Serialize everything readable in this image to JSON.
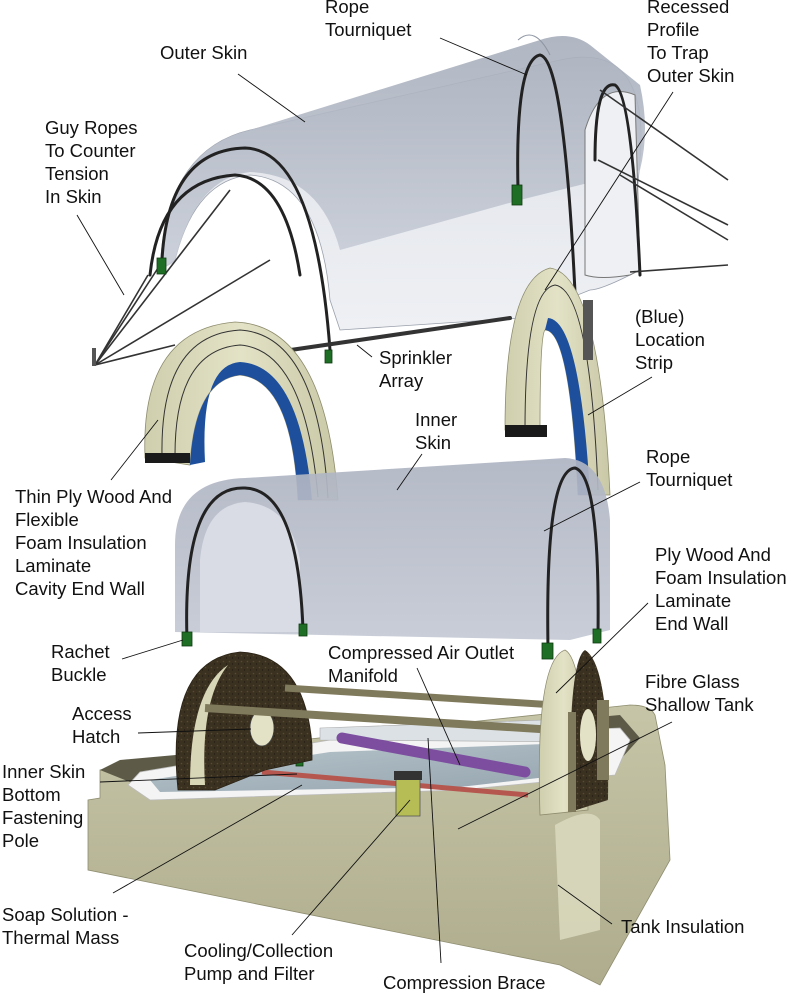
{
  "diagram": {
    "labels": {
      "rope_tourniquet_top": [
        "Rope",
        "Tourniquet"
      ],
      "outer_skin": [
        "Outer Skin"
      ],
      "recessed_profile": [
        "Recessed",
        "Profile",
        "To Trap",
        "Outer Skin"
      ],
      "guy_ropes": [
        "Guy Ropes",
        "To Counter",
        "Tension",
        "In Skin"
      ],
      "sprinkler_array": [
        "Sprinkler",
        "Array"
      ],
      "location_strip": [
        "(Blue)",
        "Location",
        "Strip"
      ],
      "inner_skin": [
        "Inner",
        "Skin"
      ],
      "rope_tourniquet_mid": [
        "Rope",
        "Tourniquet"
      ],
      "cavity_end_wall": [
        "Thin Ply Wood And",
        "Flexible",
        "Foam Insulation",
        "Laminate",
        "Cavity End Wall"
      ],
      "ply_end_wall": [
        "Ply Wood And",
        "Foam Insulation",
        "Laminate",
        "End Wall"
      ],
      "rachet_buckle": [
        "Rachet",
        "Buckle"
      ],
      "air_manifold": [
        "Compressed Air Outlet",
        "Manifold"
      ],
      "access_hatch": [
        "Access",
        "Hatch"
      ],
      "fibre_glass_tank": [
        "Fibre Glass",
        "Shallow Tank"
      ],
      "fastening_pole": [
        "Inner Skin",
        "Bottom",
        "Fastening",
        "Pole"
      ],
      "soap_solution": [
        "Soap Solution -",
        "Thermal Mass"
      ],
      "tank_insulation": [
        "Tank Insulation"
      ],
      "pump_filter": [
        "Cooling/Collection",
        "Pump and Filter"
      ],
      "compression_brace": [
        "Compression Brace"
      ]
    },
    "colors": {
      "skin": "#b9bfcb",
      "skin_light": "#e6e8ee",
      "foam": "#d8d7b8",
      "blue_strip": "#1e4f9c",
      "dark_ply": "#3d3322",
      "buckle": "#1f6e25",
      "manifold": "#7d4ea0",
      "pole": "#b5574f",
      "brace": "#807a5c",
      "pump": "#b7bd55",
      "tank_insulation": "#c2c1a2",
      "water": "#a8b6bf"
    }
  }
}
